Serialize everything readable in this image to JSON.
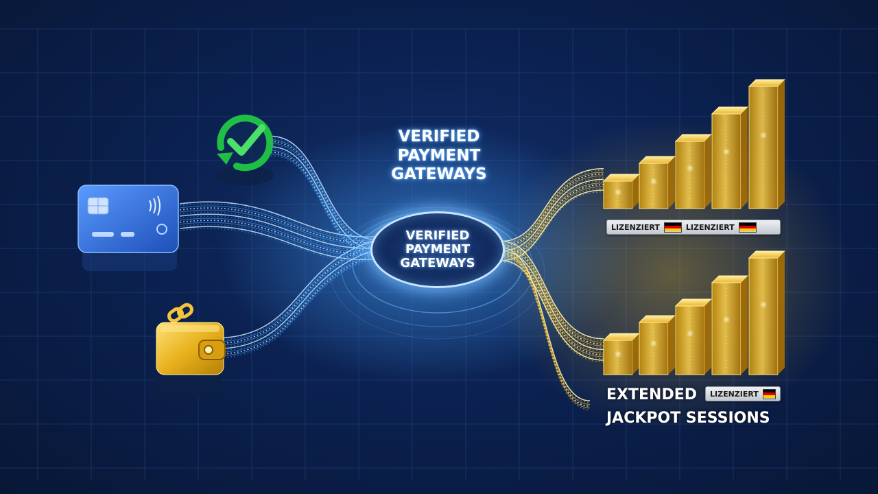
{
  "title": {
    "lines": [
      "VERIFIED",
      "PAYMENT",
      "GATEWAYS"
    ]
  },
  "hub": {
    "lines": [
      "VERIFIED",
      "PAYMENT",
      "GATEWAYS"
    ]
  },
  "badges": {
    "top": [
      "LIZENZIERT",
      "LIZENZIERT"
    ],
    "bottom": "LIZENZIERT"
  },
  "bottom_label": {
    "lines": [
      "EXTENDED",
      "JACKPOT SESSIONS"
    ]
  },
  "icons": [
    "check-shield-icon",
    "credit-card-icon",
    "wallet-link-icon",
    "german-flag-icon",
    "gold-bar-chart-icon"
  ],
  "colors": {
    "background": "#0b2150",
    "blue_stream": "#3fa4ff",
    "gold_stream": "#ffc21a",
    "check_green": "#22c24a",
    "card_blue": "#2f6fd6",
    "wallet_gold": "#e8b21e"
  }
}
